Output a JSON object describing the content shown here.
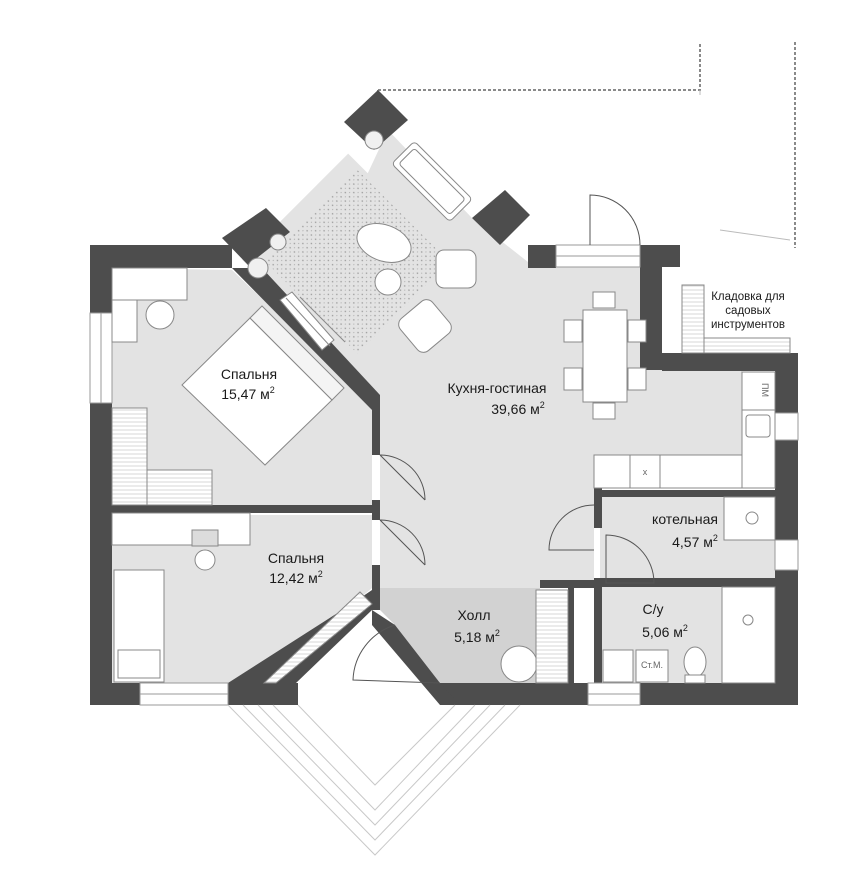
{
  "rooms": {
    "living": {
      "name": "Кухня-гостиная",
      "area": "39,66 м",
      "unit_sup": "2"
    },
    "bedroom1": {
      "name": "Спальня",
      "area": "15,47 м",
      "unit_sup": "2"
    },
    "bedroom2": {
      "name": "Спальня",
      "area": "12,42 м",
      "unit_sup": "2"
    },
    "boiler": {
      "name": "котельная",
      "area": "4,57 м",
      "unit_sup": "2"
    },
    "hall": {
      "name": "Холл",
      "area": "5,18 м",
      "unit_sup": "2"
    },
    "bathroom": {
      "name": "С/у",
      "area": "5,06 м",
      "unit_sup": "2"
    },
    "storage": {
      "line1": "Кладовка для",
      "line2": "садовых",
      "line3": "инструментов"
    }
  },
  "fixtures": {
    "washer": "Ст.М.",
    "dishwasher": "ПМ",
    "stove": "х"
  },
  "colors": {
    "wall": "#4d4d4d",
    "floor": "#e3e3e3",
    "hall_floor": "#d2d2d2",
    "fence": "#8a8a8a"
  }
}
